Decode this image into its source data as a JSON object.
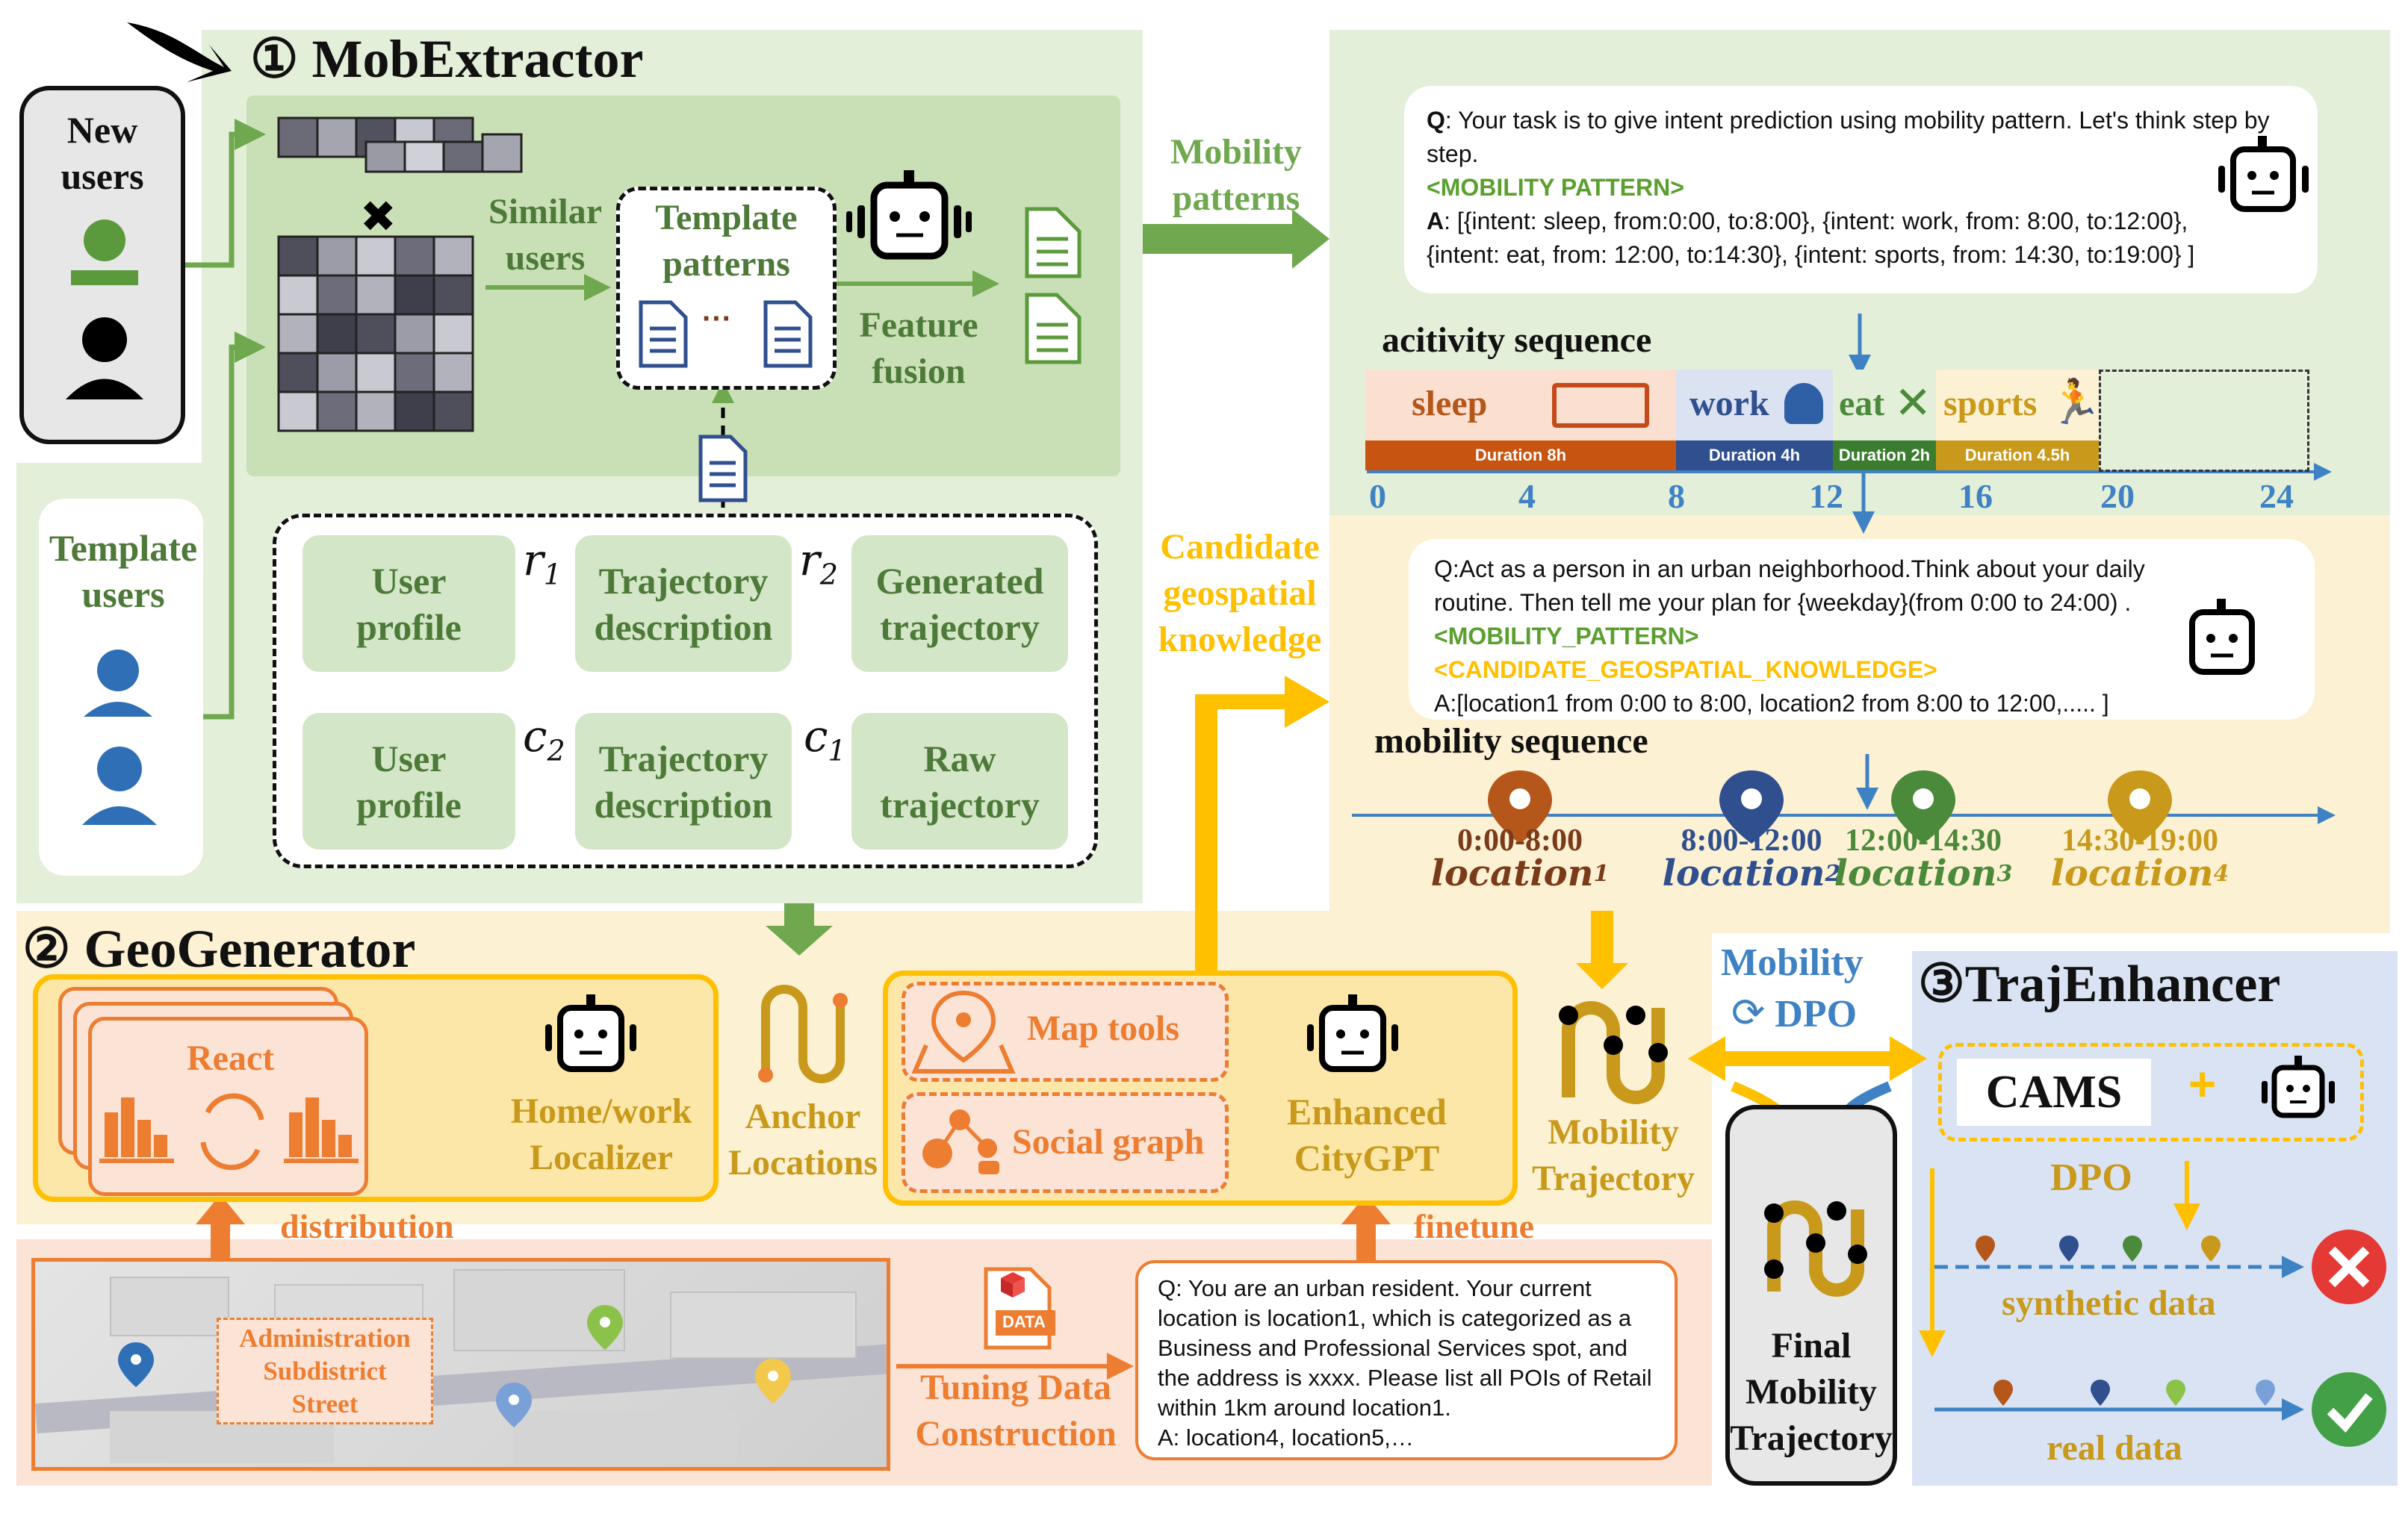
{
  "section1": {
    "number": "①",
    "title": "MobExtractor"
  },
  "section2": {
    "number": "②",
    "title": "GeoGenerator"
  },
  "section3": {
    "number": "③",
    "title": "TrajEnhancer"
  },
  "new_users": "New\nusers",
  "template_users": "Template\nusers",
  "similar_users": "Similar\nusers",
  "template_patterns": "Template\npatterns",
  "ellipsis": "···",
  "feature_fusion": "Feature\nfusion",
  "mobility_patterns": "Mobility\npatterns",
  "candidate_knowledge": "Candidate\ngeospatial\nknowledge",
  "flow": {
    "user_profile_1": "User\nprofile",
    "traj_desc_1": "Trajectory\ndescription",
    "generated_traj": "Generated\ntrajectory",
    "user_profile_2": "User\nprofile",
    "traj_desc_2": "Trajectory\ndescription",
    "raw_traj": "Raw\ntrajectory",
    "r1": "r",
    "r1_sub": "1",
    "r2": "r",
    "r2_sub": "2",
    "c2": "c",
    "c2_sub": "2",
    "c1": "c",
    "c1_sub": "1"
  },
  "prompt1": {
    "q_label": "Q",
    "q_text": ": Your task is to give intent prediction using mobility pattern. Let's think step by step.",
    "tag": "<MOBILITY PATTERN>",
    "a_label": "A",
    "a_text": ": [{intent: sleep, from:0:00, to:8:00}, {intent: work, from: 8:00, to:12:00}, {intent: eat, from: 12:00, to:14:30}, {intent: sports, from: 14:30, to:19:00} ]"
  },
  "activity": {
    "title": "acitivity sequence",
    "segments": [
      {
        "label": "sleep",
        "duration": "Duration 8h"
      },
      {
        "label": "work",
        "duration": "Duration 4h"
      },
      {
        "label": "eat",
        "duration": "Duration 2h"
      },
      {
        "label": "sports",
        "duration": "Duration 4.5h"
      }
    ],
    "ticks": [
      "0",
      "4",
      "8",
      "12",
      "16",
      "20",
      "24"
    ]
  },
  "prompt2": {
    "line1": "Q:Act as a person in an urban neighborhood.Think about your daily routine. Then tell me your plan for {weekday}(from 0:00 to 24:00) .",
    "tag1": "<MOBILITY_PATTERN>",
    "tag2": "<CANDIDATE_GEOSPATIAL_KNOWLEDGE>",
    "answer": "A:[location1 from 0:00 to 8:00, location2 from 8:00 to 12:00,..... ]"
  },
  "mobility_sequence": {
    "title": "mobility sequence",
    "items": [
      {
        "time": "0:00-8:00",
        "loc": "location",
        "sub": "1",
        "color": "#b5561a"
      },
      {
        "time": "8:00-12:00",
        "loc": "location",
        "sub": "2",
        "color": "#2f4f8f"
      },
      {
        "time": "12:00-14:30",
        "loc": "location",
        "sub": "3",
        "color": "#4b8a3b"
      },
      {
        "time": "14:30-19:00",
        "loc": "location",
        "sub": "4",
        "color": "#c8991a"
      }
    ]
  },
  "geo": {
    "react": "React",
    "home_work": "Home/work\nLocalizer",
    "anchor": "Anchor\nLocations",
    "map_tools": "Map tools",
    "social_graph": "Social graph",
    "enhanced": "Enhanced\nCityGPT",
    "mobility_traj": "Mobility\nTrajectory",
    "distribution": "distribution",
    "finetune": "finetune",
    "admin": "Administration\nSubdistrict\nStreet",
    "tuning": "Tuning Data\nConstruction",
    "data_icon": "DATA"
  },
  "prompt3": "Q: You are an urban resident. Your current location is location1, which is categorized as a Business and Professional Services spot, and the address is xxxx. Please list all POIs of Retail within 1km around location1.\nA:  location4, location5,…",
  "traj": {
    "mobility_dpo_1": "Mobility",
    "mobility_dpo_2": "DPO",
    "final": "Final\nMobility\nTrajectory",
    "cams": "CAMS",
    "plus": "+",
    "dpo": "DPO",
    "synthetic": "synthetic data",
    "real": "real data"
  },
  "colors": {
    "green_bg": "#e3efd9",
    "green_inner": "#c9e0b6",
    "green_text": "#4d7a38",
    "yellow_bg": "#fdf1d3",
    "yellow_box": "#fde7a8",
    "orange": "#ed7d31",
    "blue_bg": "#d9e3f3",
    "blue_text": "#3f82c4"
  }
}
